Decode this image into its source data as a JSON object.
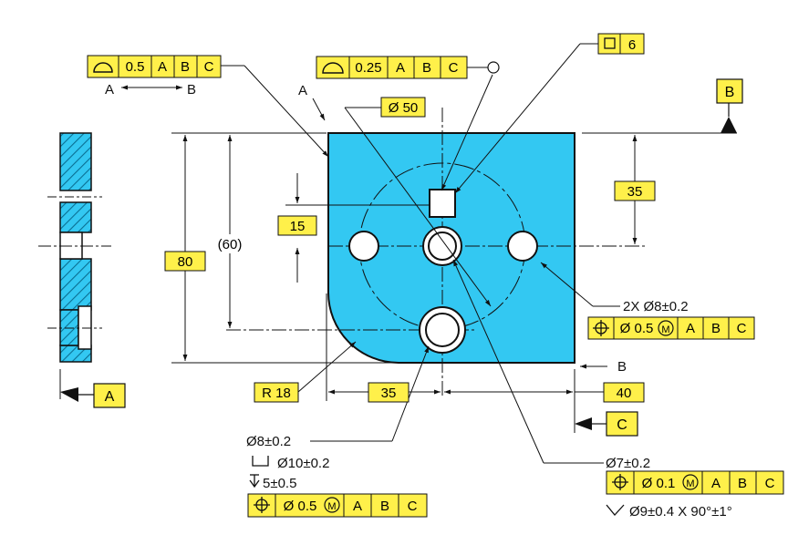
{
  "title_area": "",
  "colors": {
    "part_fill": "#33C8F2",
    "frame_fill": "#FFF04A",
    "line": "#111111",
    "hatch": "#0B6E92"
  },
  "frames": {
    "profile_left": {
      "symbol": "profile-of-surface-icon",
      "cells": [
        "0.5",
        "A",
        "B",
        "C"
      ]
    },
    "profile_top": {
      "symbol": "profile-of-surface-icon",
      "cells": [
        "0.25",
        "A",
        "B",
        "C"
      ]
    },
    "flatness": {
      "symbol": "square-icon",
      "cells": [
        "6"
      ]
    },
    "holes_2x": {
      "symbol": "position-icon",
      "cells": [
        "Ø 0.5",
        "A",
        "B",
        "C"
      ]
    },
    "center_hole": {
      "symbol": "position-icon",
      "cells": [
        "Ø 0.5",
        "A",
        "B",
        "C"
      ]
    },
    "small_hole": {
      "symbol": "position-icon",
      "cells": [
        "Ø 0.1",
        "A",
        "B",
        "C"
      ]
    }
  },
  "dims": {
    "d50": "Ø 50",
    "d80": "80",
    "d60": "(60)",
    "d15": "15",
    "d35_right": "35",
    "d35_bottom": "35",
    "d40": "40",
    "r18": "R 18"
  },
  "datums": {
    "a": "A",
    "b": "B",
    "c": "C"
  },
  "labels": {
    "arrow_a": "A",
    "arrow_b": "B",
    "section_a": "A",
    "section_b": "B",
    "holes_2x_size": "2X Ø8±0.2",
    "center_hole_dia": "Ø8±0.2",
    "center_hole_cbore": "Ø10±0.2",
    "center_hole_depth": "5±0.5",
    "small_hole_dia": "Ø7±0.2",
    "small_hole_csink": "Ø9±0.4 X 90°±1°"
  }
}
